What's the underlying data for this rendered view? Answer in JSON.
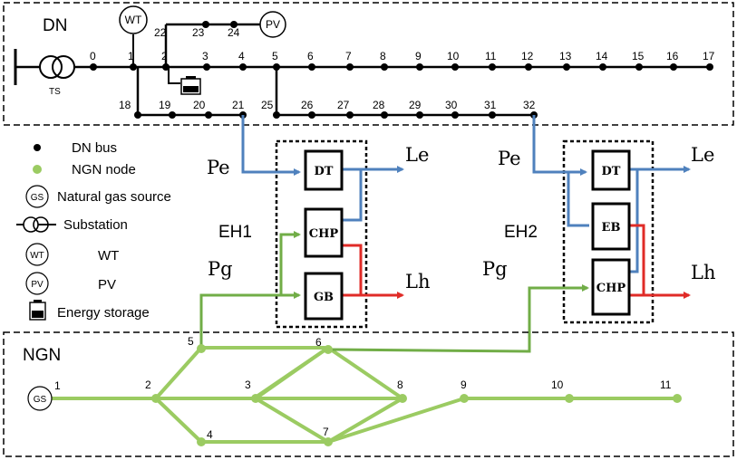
{
  "dn": {
    "label": "DN",
    "ts_label": "TS",
    "wt_label": "WT",
    "pv_label": "PV",
    "buses_main": [
      "0",
      "1",
      "2",
      "3",
      "4",
      "5",
      "6",
      "7",
      "8",
      "9",
      "10",
      "11",
      "12",
      "13",
      "14",
      "15",
      "16",
      "17"
    ],
    "buses_lower_left": [
      "18",
      "19",
      "20",
      "21"
    ],
    "buses_lower_right": [
      "25",
      "26",
      "27",
      "28",
      "29",
      "30",
      "31",
      "32"
    ],
    "buses_upper": [
      "22",
      "23",
      "24"
    ]
  },
  "legend": {
    "dn_bus": "DN bus",
    "ngn_node": "NGN node",
    "gas_source": "Natural gas source",
    "substation": "Substation",
    "wt": "WT",
    "pv": "PV",
    "storage": "Energy storage",
    "gs_symbol": "GS",
    "wt_symbol": "WT",
    "pv_symbol": "PV"
  },
  "eh1": {
    "label": "EH1",
    "pe": "Pe",
    "pg": "Pg",
    "le": "Le",
    "lh": "Lh",
    "dt": "DT",
    "chp": "CHP",
    "gb": "GB"
  },
  "eh2": {
    "label": "EH2",
    "pe": "Pe",
    "pg": "Pg",
    "le": "Le",
    "lh": "Lh",
    "dt": "DT",
    "eb": "EB",
    "chp": "CHP"
  },
  "ngn": {
    "label": "NGN",
    "gs_symbol": "GS",
    "nodes": [
      "1",
      "2",
      "3",
      "4",
      "5",
      "6",
      "7",
      "8",
      "9",
      "10",
      "11"
    ]
  },
  "colors": {
    "electric": "#4f81bd",
    "gas": "#71ad47",
    "ngn_pipe": "#9bcb62",
    "heat": "#e02b27"
  }
}
